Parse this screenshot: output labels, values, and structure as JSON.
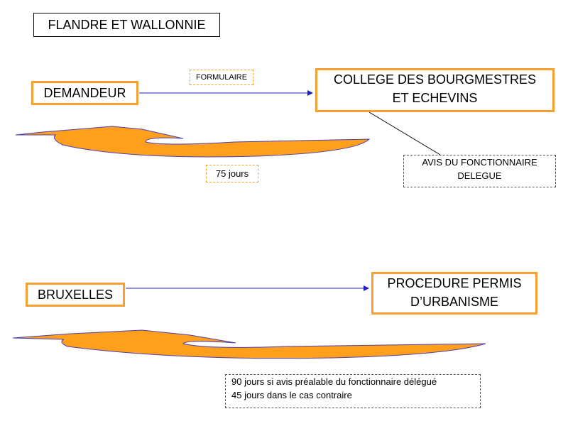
{
  "title": "FLANDRE ET WALLONNIE",
  "flandre": {
    "demandeur": "DEMANDEUR",
    "formulaire": "FORMULAIRE",
    "college_line1": "COLLEGE DES BOURGMESTRES",
    "college_line2": "ET ECHEVINS",
    "avis_line1": "AVIS DU FONCTIONNAIRE",
    "avis_line2": "DELEGUE",
    "delai": "75 jours"
  },
  "bruxelles": {
    "label": "BRUXELLES",
    "procedure_line1": "PROCEDURE PERMIS",
    "procedure_line2": "D’URBANISME",
    "delai_line1": "90 jours si avis préalable du fonctionnaire délégué",
    "delai_line2": "45 jours dans le cas contraire"
  },
  "colors": {
    "box_border": "#f7a030",
    "return_arrow_fill": "#ff9f1c",
    "return_arrow_outline": "#4a3fb0",
    "connector": "#2020c0"
  }
}
